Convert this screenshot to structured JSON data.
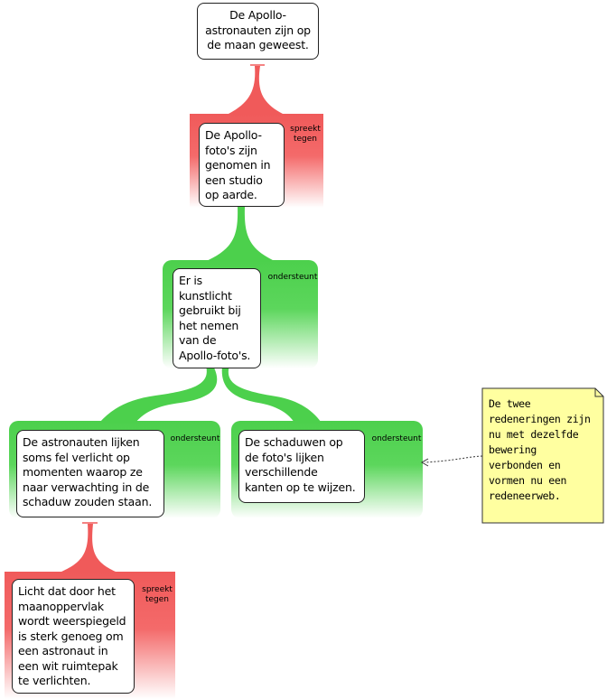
{
  "colors": {
    "opposes": "#f05a5a",
    "supports": "#4cd04c",
    "note_fill": "#ffffa0",
    "border": "#222222"
  },
  "claims": {
    "main": "De Apollo-astronauten zijn op de maan geweest.",
    "objection": "De Apollo-foto's zijn genomen in een studio op aarde.",
    "reason": "Er is kunstlicht gebruikt bij het nemen van de Apollo-foto's.",
    "evidence_left": "De astronauten lijken soms fel verlicht op momenten waarop ze naar verwachting in de schaduw zouden staan.",
    "evidence_right": "De schaduwen op de foto's lijken verschillende kanten op te wijzen.",
    "rebuttal": "Licht dat door het maanoppervlak wordt weerspiegeld is sterk genoeg om een astronaut in een wit ruimtepak te verlichten."
  },
  "relations": {
    "opposes": "spreekt tegen",
    "supports": "ondersteunt"
  },
  "note": {
    "text": "De twee redeneringen zijn nu met dezelfde bewering verbonden en vormen nu een redeneerweb."
  }
}
